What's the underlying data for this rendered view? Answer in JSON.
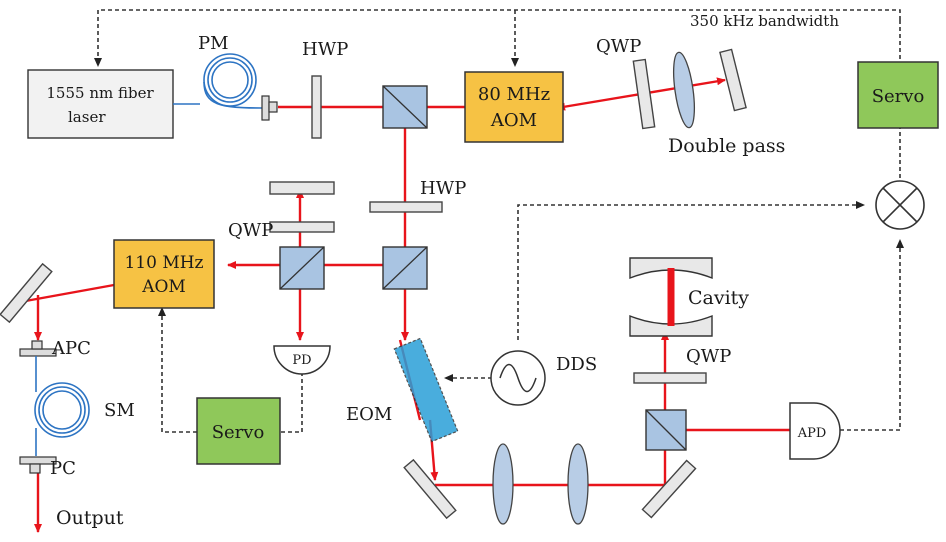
{
  "labels": {
    "laser": [
      "1555 nm fiber",
      "laser"
    ],
    "pm": "PM",
    "hwp_top": "HWP",
    "aom80": [
      "80 MHz",
      "AOM"
    ],
    "qwp_top": "QWP",
    "double_pass": "Double pass",
    "bandwidth": "350 kHz bandwidth",
    "servo_right": "Servo",
    "hwp_mid": "HWP",
    "qwp_left": "QWP",
    "aom110": [
      "110 MHz",
      "AOM"
    ],
    "apc": "APC",
    "sm": "SM",
    "pc": "PC",
    "output": "Output",
    "pd": "PD",
    "servo_bottom": "Servo",
    "eom": "EOM",
    "dds": "DDS",
    "cavity": "Cavity",
    "qwp_cavity": "QWP",
    "apd": "APD"
  },
  "colors": {
    "beam": "#e8141b",
    "aom_fill": "#f6c244",
    "servo_fill": "#8fc85a",
    "cube_fill": "#a9c4e2",
    "fiber": "#2d74c3",
    "cavity_beam": "#e8141b"
  },
  "icons": {
    "mixer": "mixer-icon",
    "dds": "sine-source-icon",
    "detector": "photodiode-icon"
  }
}
